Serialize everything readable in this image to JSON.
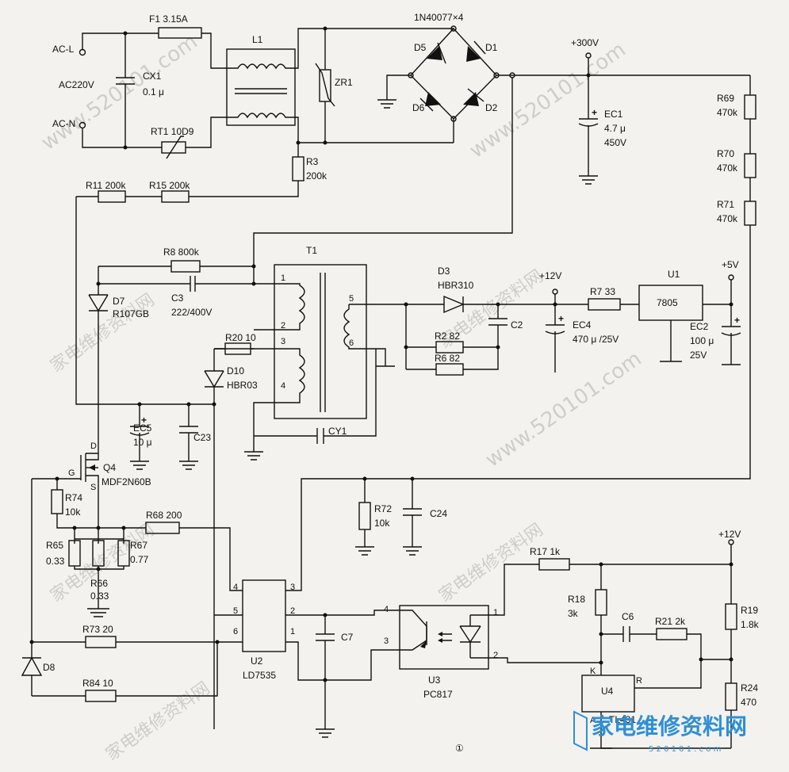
{
  "labels": {
    "ac_l": "AC-L",
    "ac_n": "AC-N",
    "ac220v": "AC220V",
    "f1": "F1  3.15A",
    "cx1": "CX1",
    "cx1_val": "0.1 μ",
    "rt1": "RT1  10D9",
    "l1": "L1",
    "zr1": "ZR1",
    "bridge": "1N40077×4",
    "d5": "D5",
    "d1": "D1",
    "d6": "D6",
    "d2": "D2",
    "v300": "+300V",
    "ec1": "EC1",
    "ec1_val": "4.7 μ",
    "ec1_volt": "450V",
    "r69": "R69",
    "r69_val": "470k",
    "r70": "R70",
    "r70_val": "470k",
    "r71": "R71",
    "r71_val": "470k",
    "r3": "R3",
    "r3_val": "200k",
    "r11": "R11  200k",
    "r15": "R15  200k",
    "r8": "R8  800k",
    "t1": "T1",
    "d7": "D7",
    "d7_val": "R107GB",
    "c3": "C3",
    "c3_val": "222/400V",
    "r20": "R20  10",
    "d10": "D10",
    "d10_val": "HBR03",
    "ec5": "EC5",
    "ec5_val": "10 μ",
    "c23": "C23",
    "cy1": "CY1",
    "d3": "D3",
    "d3_val": "HBR310",
    "v12_top": "+12V",
    "r7": "R7  33",
    "u1": "U1",
    "u1_val": "7805",
    "v5": "+5V",
    "c2": "C2",
    "r2": "R2  82",
    "r6": "R6  82",
    "ec4": "EC4",
    "ec4_val": "470 μ /25V",
    "ec2": "EC2",
    "ec2_val": "100 μ",
    "ec2_volt": "25V",
    "q4": "Q4",
    "q4_val": "MDF2N60B",
    "gate": "G",
    "drain": "D",
    "source": "S",
    "r74": "R74",
    "r74_val": "10k",
    "r68": "R68  200",
    "r65": "R65",
    "r65_val": "0.33",
    "r66": "R66",
    "r66_val": "0.33",
    "r67": "R67",
    "r67_val": "0.77",
    "r72": "R72",
    "r72_val": "10k",
    "c24": "C24",
    "r73": "R73  20",
    "r84": "R84  10",
    "d8": "D8",
    "u2": "U2",
    "u2_val": "LD7535",
    "c7": "C7",
    "u3": "U3",
    "u3_val": "PC817",
    "r17": "R17  1k",
    "v12_fb": "+12V",
    "r18": "R18",
    "r18_val": "3k",
    "c6": "C6",
    "r21": "R21  2k",
    "r19": "R19",
    "r19_val": "1.8k",
    "r24": "R24",
    "r24_val": "470",
    "u4": "U4",
    "u4_val": "TL431",
    "u4_k": "K",
    "u4_r": "R",
    "u4_a": "A",
    "fig": "①"
  },
  "pins": [
    "1",
    "2",
    "3",
    "4",
    "5",
    "6",
    "4",
    "5",
    "6",
    "3",
    "2",
    "1",
    "4",
    "3",
    "1",
    "2"
  ],
  "watermarks": [
    "家电维修资料网",
    "www.520101.com"
  ],
  "logo": {
    "text": "家电维修资料网",
    "url": "5 2 0 1 0 1 . c o m",
    "color": "#2f8fd6"
  }
}
